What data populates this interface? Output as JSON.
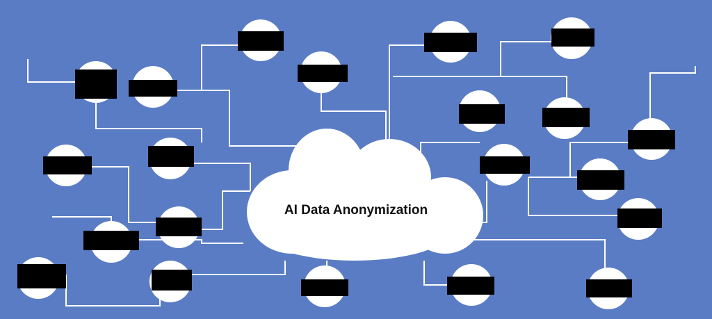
{
  "cloud": {
    "label": "AI Data Anonymization"
  },
  "colors": {
    "background": "#5a7cc4",
    "line": "#ffffff",
    "node_fill": "#ffffff",
    "redaction": "#000000",
    "text": "#111111"
  },
  "nodes": [
    {
      "id": "hat-device",
      "icon": "hat-icon"
    },
    {
      "id": "headset-device",
      "icon": "headset-icon"
    },
    {
      "id": "camera-device",
      "icon": "camera-icon"
    },
    {
      "id": "printer-device",
      "icon": "printer-icon"
    },
    {
      "id": "lamp-device",
      "icon": "lamp-icon"
    },
    {
      "id": "radio-device",
      "icon": "radio-icon"
    },
    {
      "id": "phone-device",
      "icon": "phone-icon"
    },
    {
      "id": "speaker-device",
      "icon": "speaker-icon"
    },
    {
      "id": "target-device",
      "icon": "target-icon"
    },
    {
      "id": "bulb-device",
      "icon": "bulb-icon"
    },
    {
      "id": "tower-speaker-device",
      "icon": "tower-speaker-icon"
    },
    {
      "id": "drone-device",
      "icon": "drone-icon"
    },
    {
      "id": "lock-device",
      "icon": "lock-icon"
    },
    {
      "id": "scanner-device",
      "icon": "scanner-icon"
    },
    {
      "id": "monitor-device",
      "icon": "monitor-icon"
    },
    {
      "id": "car-device",
      "icon": "car-icon"
    },
    {
      "id": "glasses-device",
      "icon": "glasses-icon"
    },
    {
      "id": "fridge-device",
      "icon": "fridge-icon"
    },
    {
      "id": "desk-lamp-device",
      "icon": "desk-lamp-icon"
    },
    {
      "id": "road-device",
      "icon": "road-icon"
    },
    {
      "id": "vacuum-device",
      "icon": "vacuum-icon"
    }
  ]
}
